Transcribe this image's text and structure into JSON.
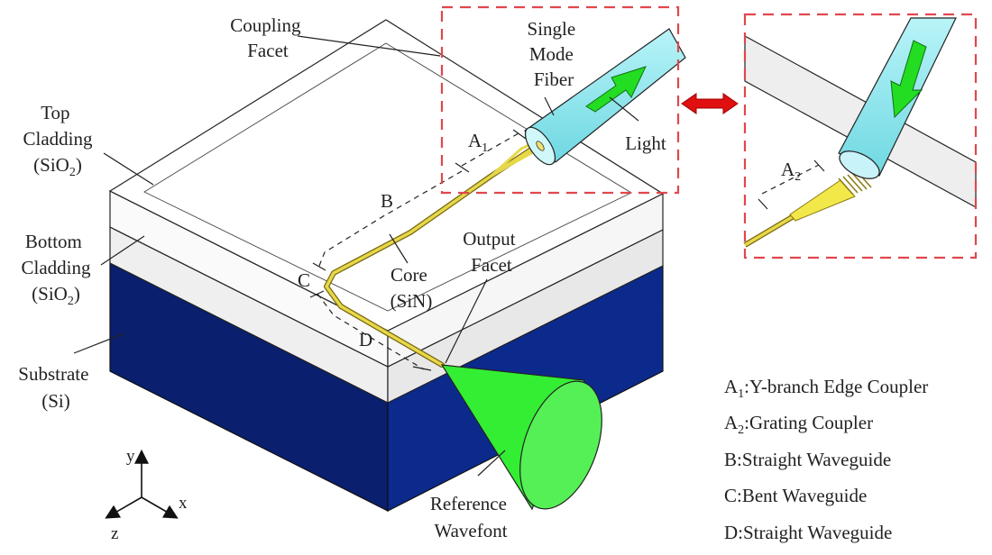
{
  "labels": {
    "coupling_facet": [
      "Coupling",
      "Facet"
    ],
    "single_mode_fiber": [
      "Single",
      "Mode",
      "Fiber"
    ],
    "light": "Light",
    "top_cladding": [
      "Top",
      "Cladding",
      "(SiO",
      "2",
      ")"
    ],
    "bottom_cladding": [
      "Bottom",
      "Cladding",
      "(SiO",
      "2",
      ")"
    ],
    "substrate": [
      "Substrate",
      "(Si)"
    ],
    "core": [
      "Core",
      "(SiN)"
    ],
    "output_facet": [
      "Output",
      "Facet"
    ],
    "reference_wavefront": [
      "Reference",
      "Wavefont"
    ],
    "a1": [
      "A",
      "1"
    ],
    "a2": [
      "A",
      "2"
    ],
    "b": "B",
    "c": "C",
    "d": "D"
  },
  "legend": [
    {
      "key": "A",
      "sub": "1",
      "text": ":Y-branch Edge Coupler"
    },
    {
      "key": "A",
      "sub": "2",
      "text": ":Grating Coupler"
    },
    {
      "key": "B",
      "sub": "",
      "text": ":Straight Waveguide"
    },
    {
      "key": "C",
      "sub": "",
      "text": ":Bent Waveguide"
    },
    {
      "key": "D",
      "sub": "",
      "text": ":Straight Waveguide"
    }
  ],
  "axes": {
    "y": "y",
    "x": "x",
    "z": "z"
  },
  "colors": {
    "substrate_front": "#0a1f6e",
    "substrate_side": "#0c2a8c",
    "fiber": "#8fe6ee",
    "light_arrow": "#22dd22",
    "cone": "#33ee33",
    "waveguide": "#e6d84a",
    "inset_border": "#e0474c",
    "double_arrow": "#e01010"
  }
}
